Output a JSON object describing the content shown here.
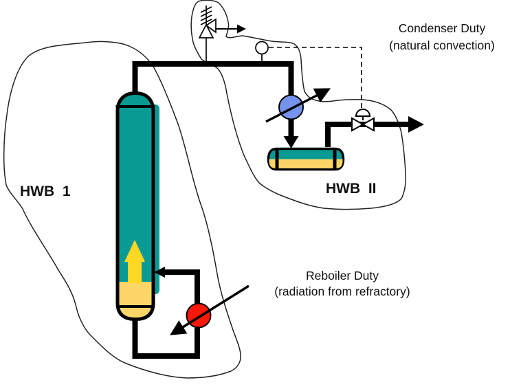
{
  "diagram": {
    "labels": {
      "condenser_duty_line1": "Condenser Duty",
      "condenser_duty_line2": "(natural convection)",
      "reboiler_duty_line1": "Reboiler Duty",
      "reboiler_duty_line2": "(radiation from refractory)",
      "region_left": "HWB  1",
      "region_right": "HWB  II"
    },
    "colors": {
      "column_teal": "#0A9A94",
      "liquid_yellow": "#FBD667",
      "vapor_arrow_yellow": "#FFD825",
      "condenser_blue": "#7592EC",
      "reboiler_red": "#F8190A",
      "pipe_black": "#000000",
      "boundary_gray": "#222222",
      "background_white": "#FFFFFF"
    }
  }
}
